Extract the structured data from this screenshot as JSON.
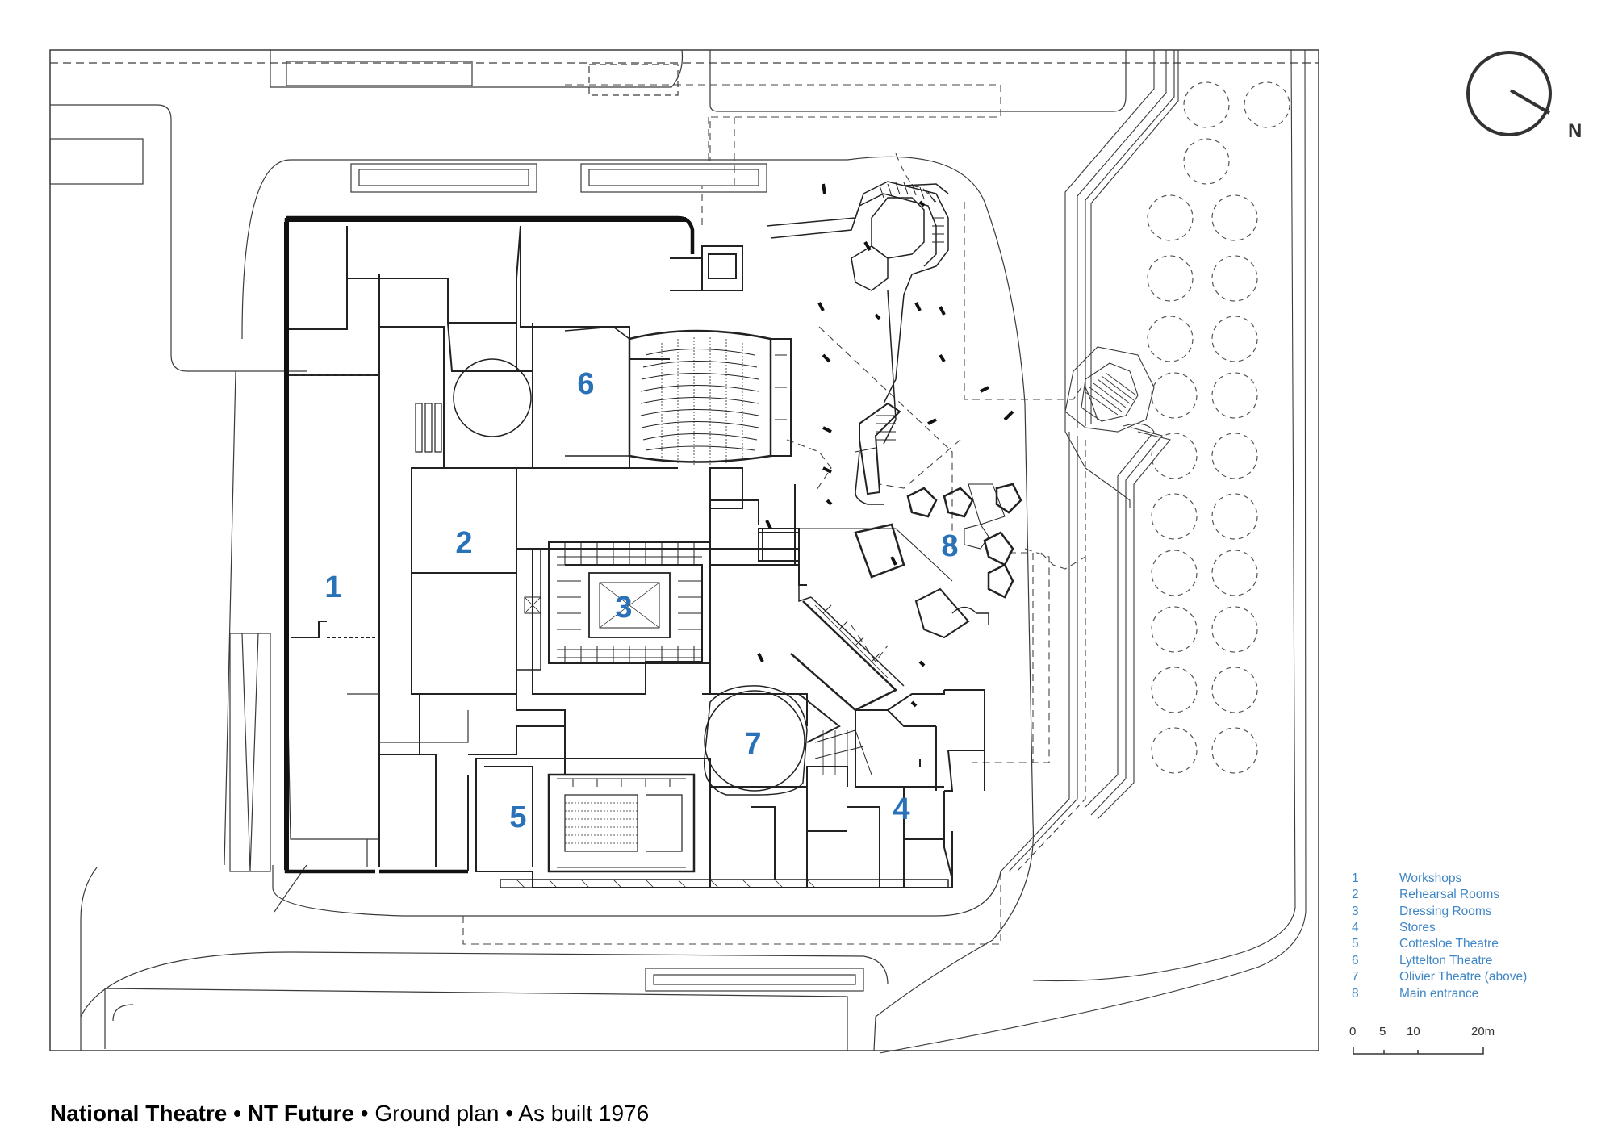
{
  "colors": {
    "line": "#3a3a3a",
    "dark": "#111111",
    "accent": "#2a72b8",
    "legend_text": "#3f86c6"
  },
  "north": {
    "label": "N"
  },
  "zones": [
    {
      "number": "1"
    },
    {
      "number": "2"
    },
    {
      "number": "3"
    },
    {
      "number": "4"
    },
    {
      "number": "5"
    },
    {
      "number": "6"
    },
    {
      "number": "7"
    },
    {
      "number": "8"
    }
  ],
  "legend": [
    {
      "number": "1",
      "label": "Workshops"
    },
    {
      "number": "2",
      "label": "Rehearsal Rooms"
    },
    {
      "number": "3",
      "label": "Dressing Rooms"
    },
    {
      "number": "4",
      "label": "Stores"
    },
    {
      "number": "5",
      "label": "Cottesloe Theatre"
    },
    {
      "number": "6",
      "label": "Lyttelton Theatre"
    },
    {
      "number": "7",
      "label": "Olivier Theatre (above)"
    },
    {
      "number": "8",
      "label": "Main entrance"
    }
  ],
  "scale": {
    "ticks": [
      "0",
      "5",
      "10",
      "20m"
    ]
  },
  "caption": {
    "title": "National Theatre",
    "sep1": " • ",
    "project": "NT Future",
    "rest": " • Ground plan • As built 1976"
  }
}
